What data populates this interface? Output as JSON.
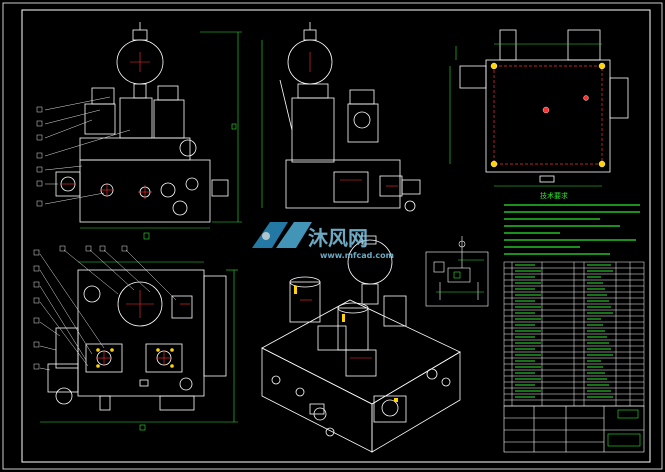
{
  "drawing": {
    "background": "#000000",
    "line_color": "#ffffff",
    "dim_color": "#2ee62e",
    "center_color": "#ff3030",
    "accent_color": "#ffd400",
    "leader_color": "#e0e0e0",
    "tech_req_title": "技术要求"
  },
  "watermark": {
    "brand": "沐风网",
    "url": "www.mfcad.com",
    "text_color": "#7fc8e6",
    "logo_color": "#2a8fc0"
  },
  "views": {
    "front": "front-view",
    "side": "side-view",
    "top": "top-view",
    "plan": "plan-view",
    "iso": "isometric-view",
    "schematic": "hydraulic-schematic"
  }
}
